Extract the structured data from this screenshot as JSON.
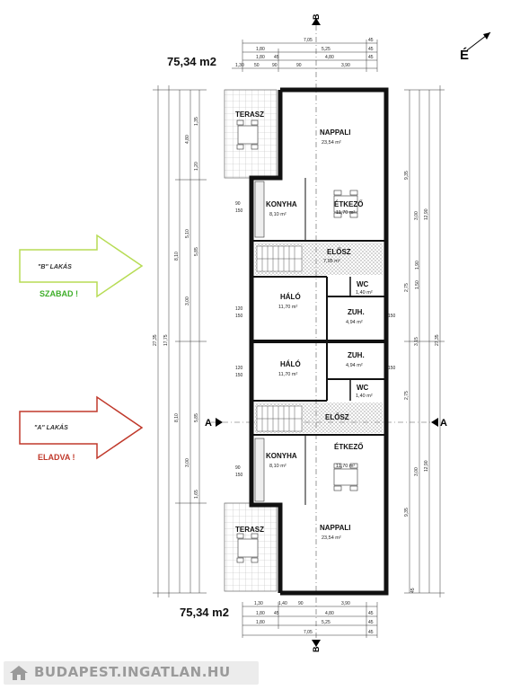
{
  "compass": {
    "north": "É"
  },
  "section_labels": {
    "b_top": "B",
    "b_bottom": "B",
    "a_left": "A",
    "a_right": "A"
  },
  "units": [
    {
      "id": "B",
      "area": "75,34 m2",
      "label": "\"B\" LAKÁS",
      "status": "SZABAD !",
      "color": "#9bd23a",
      "status_color": "#3fae2a"
    },
    {
      "id": "A",
      "area": "75,34 m2",
      "label": "\"A\" LAKÁS",
      "status": "ELADVA !",
      "color": "#c0392b",
      "status_color": "#c0392b"
    }
  ],
  "rooms_top": [
    {
      "name": "TERASZ",
      "area": ""
    },
    {
      "name": "NAPPALI",
      "area": "23,54 m²"
    },
    {
      "name": "KONYHA",
      "area": "8,10 m²"
    },
    {
      "name": "ÉTKEZŐ",
      "area": "11,70 m²"
    },
    {
      "name": "ELŐSZ",
      "area": "7,95 m²"
    },
    {
      "name": "WC",
      "area": "1,40 m²"
    },
    {
      "name": "HÁLÓ",
      "area": "11,70 m²"
    },
    {
      "name": "ZUH.",
      "area": "4,94 m²"
    }
  ],
  "rooms_bottom": [
    {
      "name": "ZUH.",
      "area": "4,94 m²"
    },
    {
      "name": "HÁLÓ",
      "area": "11,70 m²"
    },
    {
      "name": "WC",
      "area": "1,40 m²"
    },
    {
      "name": "ELŐSZ",
      "area": ""
    },
    {
      "name": "KONYHA",
      "area": "8,10 m²"
    },
    {
      "name": "ÉTKEZŐ",
      "area": "11,70 m²"
    },
    {
      "name": "NAPPALI",
      "area": "23,54 m²"
    },
    {
      "name": "TERASZ",
      "area": ""
    }
  ],
  "dims": {
    "top_rows": [
      [
        "7,05",
        "45"
      ],
      [
        "1,80",
        "5,25",
        "45"
      ],
      [
        "1,80",
        "45",
        "4,80",
        "45"
      ],
      [
        "1,30",
        "50",
        "90",
        "90",
        "3,90"
      ]
    ],
    "bottom_rows": [
      [
        "1,30",
        "1,40",
        "90",
        "3,90"
      ],
      [
        "1,80",
        "45",
        "4,80",
        "45"
      ],
      [
        "1,80",
        "5,25",
        "45"
      ],
      [
        "7,05",
        "45"
      ]
    ],
    "left_totals": [
      "27,35",
      "17,75",
      "8,10",
      "8,10",
      "5,10",
      "5,85",
      "5,85",
      "3,00",
      "3,00"
    ],
    "right_totals": [
      "27,35",
      "12,90",
      "12,90",
      "9,35",
      "9,35",
      "3,00",
      "3,00",
      "2,75",
      "2,75",
      "3,15"
    ],
    "small": [
      "90",
      "150",
      "120",
      "150",
      "150",
      "150",
      "120",
      "150",
      "90",
      "150",
      "1,90",
      "1,50",
      "4,80",
      "1,35",
      "1,20",
      "1,65",
      "45"
    ]
  },
  "watermark": "BUDAPEST.INGATLAN.HU"
}
